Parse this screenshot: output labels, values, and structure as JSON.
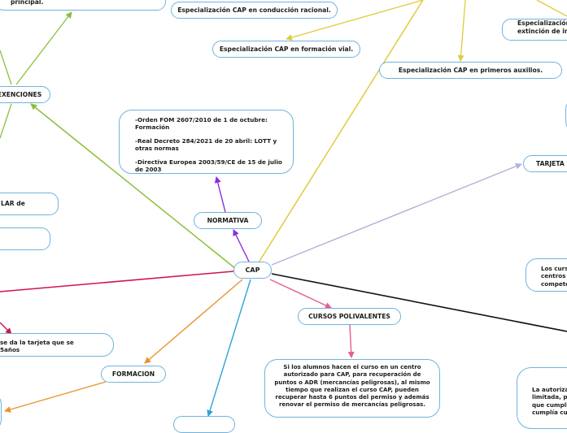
{
  "colors": {
    "node_border": "#6fb3dd",
    "edge_crimson": "#d0134e",
    "edge_orange": "#e8942a",
    "edge_blue": "#2ea3d6",
    "edge_black": "#111111",
    "edge_lavender": "#b4b0dc",
    "edge_yellow": "#e0cc3c",
    "edge_violet": "#8d2ce0",
    "edge_pink": "#e55c92",
    "edge_green": "#8bbf3c"
  },
  "nodes": {
    "principal": "principal.",
    "esp_conduccion": "Especialización CAP en conducción racional.",
    "esp_extincion_line1": "Especialización",
    "esp_extincion_line2": "extinción de inc",
    "esp_formacion_vial": "Especialización CAP en formación vial.",
    "esp_primeros_auxilios": "Especialización CAP en primeros auxilios.",
    "exenciones": "EXENCIONES",
    "normativa_items": [
      "-Orden FOM 2607/2010 de 1 de octubre: Formación",
      "-Real Decreto 284/2021 de 20 abril: LOTT y otras normas",
      "-Directiva Europea 2003/59/CE de 15 de julio de 2003"
    ],
    "tarjeta": "TARJETA",
    "lar": "LAR de",
    "normativa": "NORMATIVA",
    "cap": "CAP",
    "cursos_line1": "Los curs",
    "cursos_line2": "centros",
    "cursos_line3": "compete",
    "cursos_polivalentes": "CURSOS POLIVALENTES",
    "tarjeta_se_line1": "se da la tarjeta que se",
    "tarjeta_se_line2": "5años",
    "formacion": "FORMACION",
    "polivalentes_text": "Si los alumnos hacen el curso en un centro autorizado para CAP, para recuperación de puntos o ADR (mercancías peligrosas), al mismo tiempo que realizan el curso CAP, pueden recuperar hasta 6 puntos del permiso y además renovar el permiso de mercancías peligrosas.",
    "autorizacion_line1": "La autoriza",
    "autorizacion_line2": "limitada, p",
    "autorizacion_line3": "que cumpli",
    "autorizacion_line4": "cumplía cu"
  }
}
